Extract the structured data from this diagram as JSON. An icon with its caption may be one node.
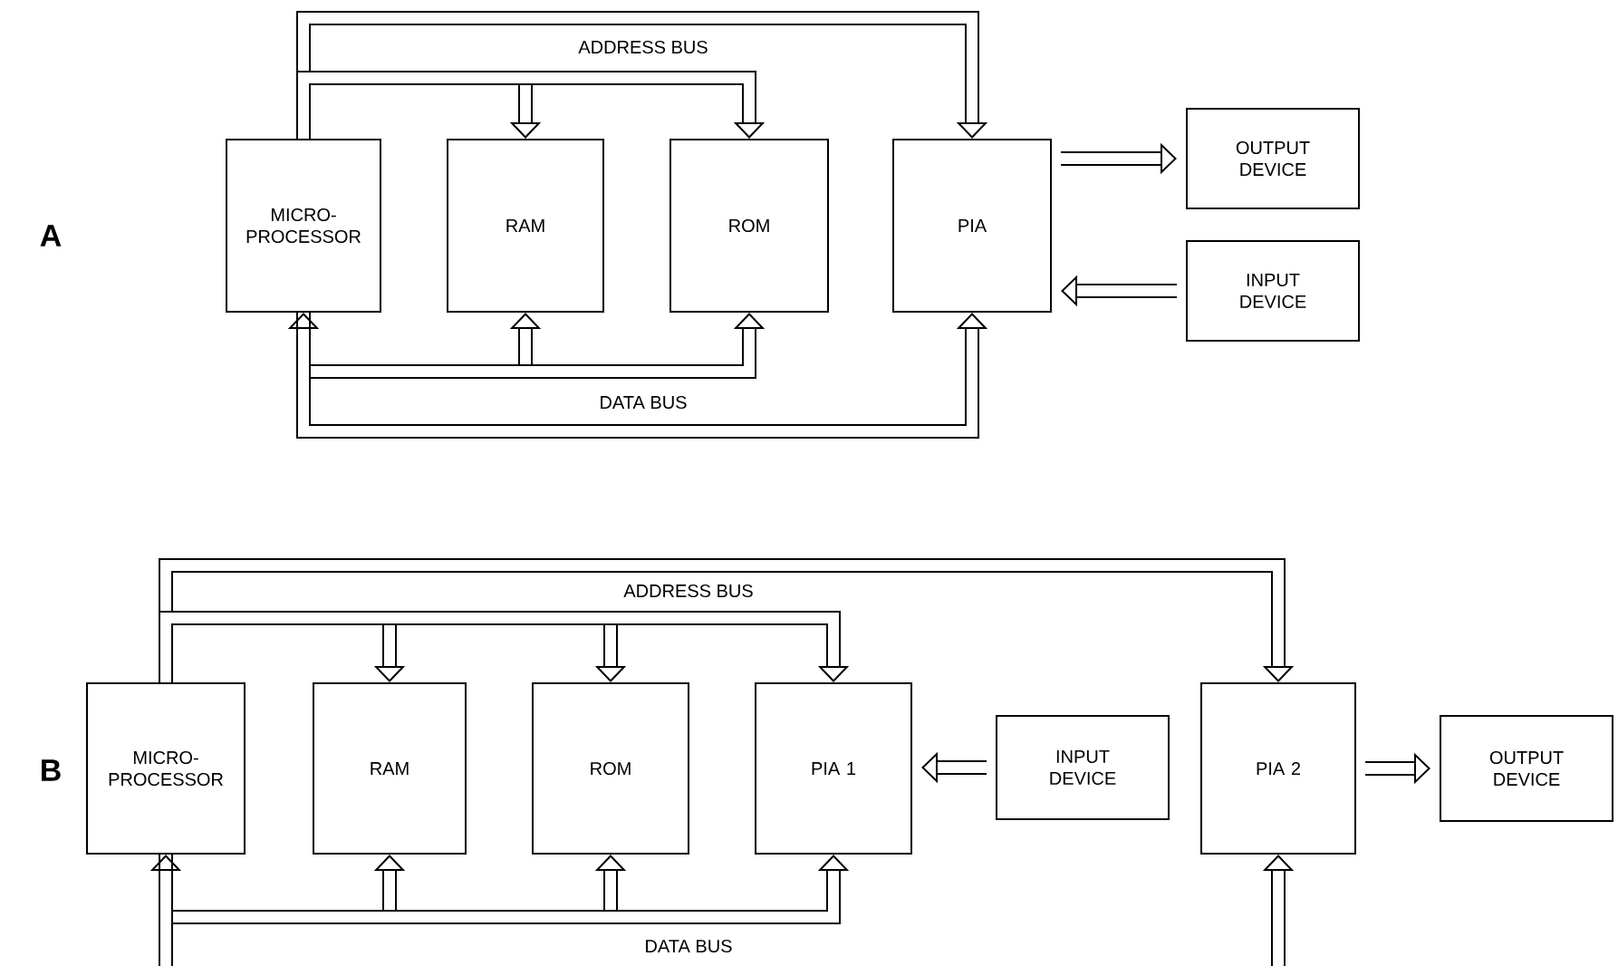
{
  "diagram": {
    "nodes": [
      {
        "text": [
          "MICRO- PROCESSOR"
        ]
      },
      {
        "text": [
          "RAM"
        ]
      },
      {
        "text": [
          "ROM"
        ]
      },
      {
        "text": [
          "PIA"
        ]
      },
      {
        "text": [
          "OUTPUT DEVICE"
        ]
      },
      {
        "text": [
          "INPUT DEVICE"
        ]
      },
      {
        "text": [
          "MICRO- PROCESSOR"
        ]
      },
      {
        "text": [
          "RAM"
        ]
      },
      {
        "text": [
          "ROM"
        ]
      },
      {
        "text": [
          "PIA 1"
        ]
      },
      {
        "text": [
          "INPUT DEVICE"
        ]
      },
      {
        "text": [
          "PIA 2"
        ]
      },
      {
        "text": [
          "OUTPUT DEVICE"
        ]
      }
    ],
    "edges": [
      {
        "from": 0,
        "to": 1,
        "arrow": "to",
        "label": "ADDRESS BUS"
      },
      {
        "from": 0,
        "to": 2,
        "arrow": "to"
      },
      {
        "from": 0,
        "to": 3,
        "arrow": "to"
      },
      {
        "from": 0,
        "to": 1,
        "arrow": "to"
      },
      {
        "from": 0,
        "to": 2,
        "arrow": "to"
      },
      {
        "from": 0,
        "to": 3,
        "arrow": "both",
        "label": "DATA BUS"
      },
      {
        "from": 3,
        "to": 4,
        "arrow": "to"
      },
      {
        "from": 5,
        "to": 3,
        "arrow": "to"
      },
      {
        "from": 6,
        "to": 7,
        "arrow": "to"
      },
      {
        "from": 6,
        "to": 8,
        "arrow": "to"
      },
      {
        "from": 6,
        "to": 9,
        "arrow": "to"
      },
      {
        "from": 6,
        "to": 11,
        "arrow": "to",
        "label": "ADDRESS BUS"
      },
      {
        "from": 6,
        "to": 7,
        "arrow": "to"
      },
      {
        "from": 6,
        "to": 8,
        "arrow": "to"
      },
      {
        "from": 6,
        "to": 9,
        "arrow": "to",
        "label": "DATA BUS"
      },
      {
        "from": 6,
        "to": 11,
        "arrow": "both"
      },
      {
        "from": 10,
        "to": 9,
        "arrow": "to"
      },
      {
        "from": 11,
        "to": 12,
        "arrow": "to"
      }
    ],
    "labels": [
      "A",
      "B"
    ]
  }
}
